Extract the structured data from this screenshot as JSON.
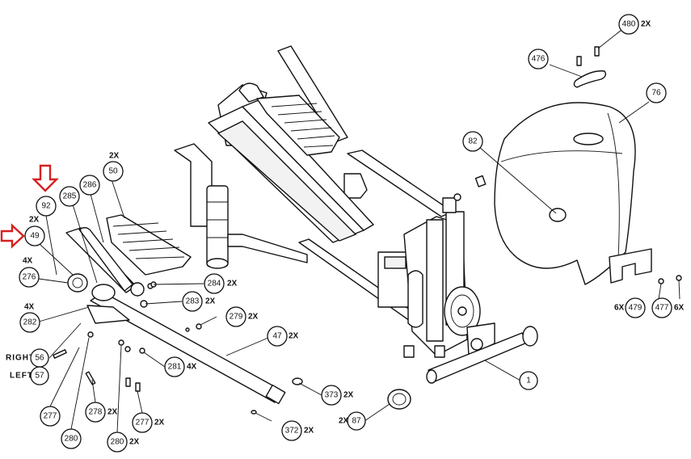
{
  "diagram": {
    "parts": [
      {
        "id": "p480",
        "number": "480",
        "qty": "2X"
      },
      {
        "id": "p476",
        "number": "476",
        "qty": ""
      },
      {
        "id": "p76",
        "number": "76",
        "qty": ""
      },
      {
        "id": "p82",
        "number": "82",
        "qty": ""
      },
      {
        "id": "p50",
        "number": "50",
        "qty": "2X"
      },
      {
        "id": "p92",
        "number": "92",
        "qty": ""
      },
      {
        "id": "p285",
        "number": "285",
        "qty": ""
      },
      {
        "id": "p286",
        "number": "286",
        "qty": ""
      },
      {
        "id": "p49",
        "number": "49",
        "qty": "2X"
      },
      {
        "id": "p276",
        "number": "276",
        "qty": "4X"
      },
      {
        "id": "p284",
        "number": "284",
        "qty": "2X"
      },
      {
        "id": "p283",
        "number": "283",
        "qty": "2X"
      },
      {
        "id": "p282",
        "number": "282",
        "qty": "4X"
      },
      {
        "id": "p279",
        "number": "279",
        "qty": "2X"
      },
      {
        "id": "p47",
        "number": "47",
        "qty": "2X"
      },
      {
        "id": "p56",
        "number": "56",
        "qty": ""
      },
      {
        "id": "p57",
        "number": "57",
        "qty": ""
      },
      {
        "id": "p281",
        "number": "281",
        "qty": "4X"
      },
      {
        "id": "p373",
        "number": "373",
        "qty": "2X"
      },
      {
        "id": "p1",
        "number": "1",
        "qty": ""
      },
      {
        "id": "p87",
        "number": "87",
        "qty": "2X"
      },
      {
        "id": "p479",
        "number": "479",
        "qty": "6X"
      },
      {
        "id": "p477",
        "number": "477",
        "qty": "6X"
      },
      {
        "id": "p277a",
        "number": "277",
        "qty": ""
      },
      {
        "id": "p278",
        "number": "278",
        "qty": "2X"
      },
      {
        "id": "p277b",
        "number": "277",
        "qty": "2X"
      },
      {
        "id": "p280a",
        "number": "280",
        "qty": ""
      },
      {
        "id": "p280b",
        "number": "280",
        "qty": "2X"
      },
      {
        "id": "p372",
        "number": "372",
        "qty": "2X"
      }
    ],
    "side_labels": {
      "right": "RIGHT",
      "left": "LEFT"
    },
    "highlight_color": "#d62020"
  }
}
